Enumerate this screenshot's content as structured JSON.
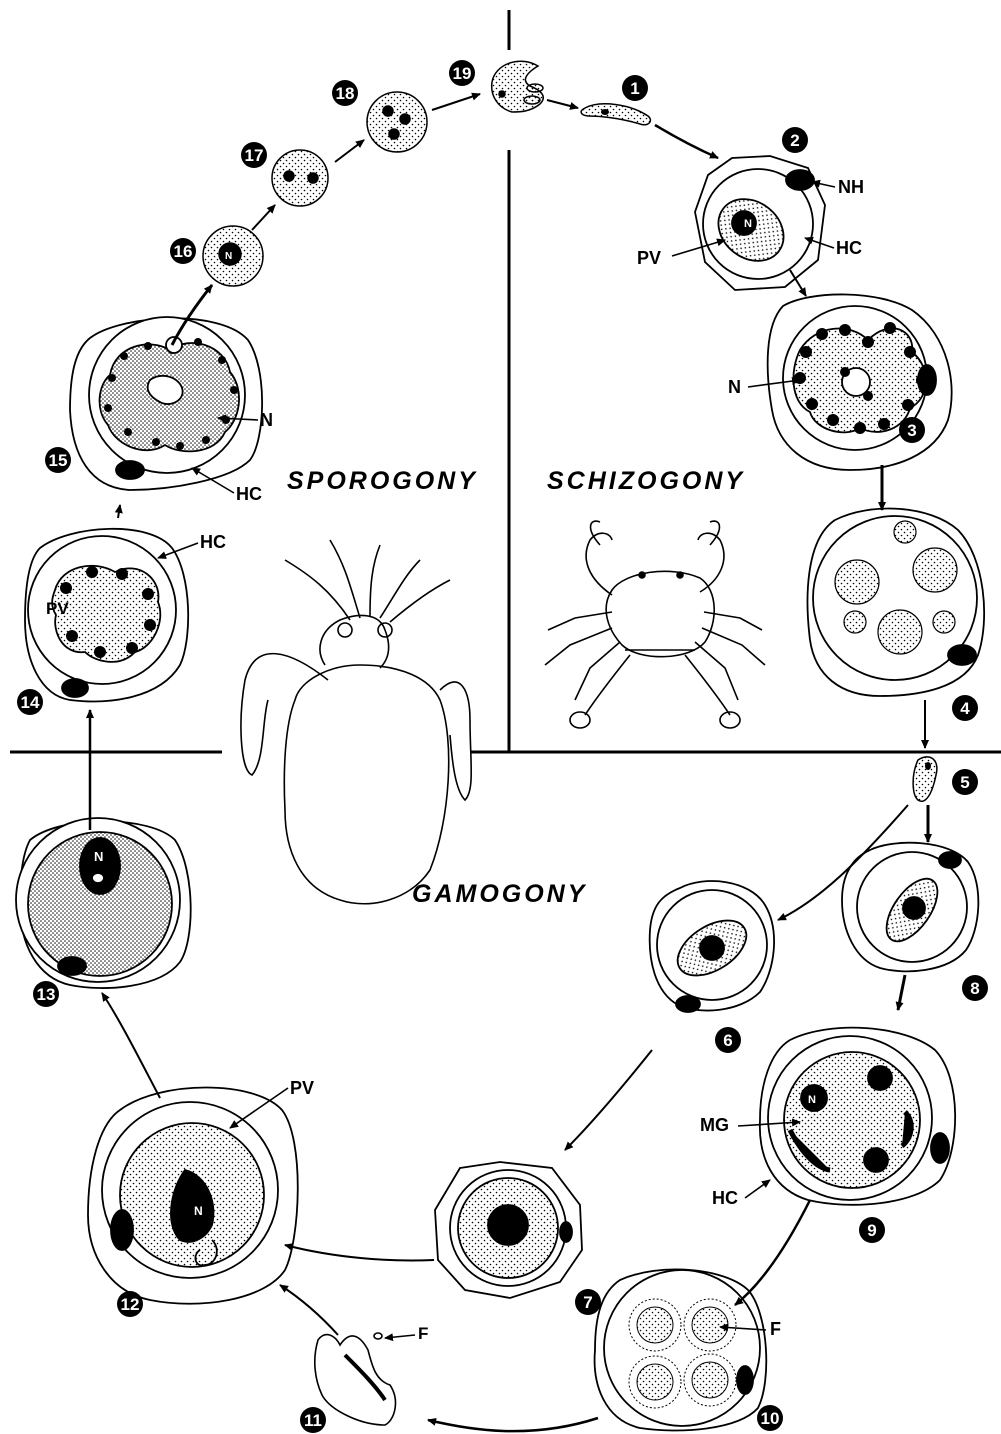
{
  "phases": {
    "sporogony": "SPOROGONY",
    "schizogony": "SCHIZOGONY",
    "gamogony": "GAMOGONY"
  },
  "stages": [
    "1",
    "2",
    "3",
    "4",
    "5",
    "6",
    "7",
    "8",
    "9",
    "10",
    "11",
    "12",
    "13",
    "14",
    "15",
    "16",
    "17",
    "18",
    "19"
  ],
  "labels": {
    "nh": "NH",
    "n": "N",
    "pv": "PV",
    "hc": "HC",
    "mg": "MG",
    "f": "F"
  },
  "colors": {
    "ink": "#000000",
    "paper": "#ffffff"
  },
  "icons": [
    "crab-icon",
    "cuttlefish-icon"
  ]
}
